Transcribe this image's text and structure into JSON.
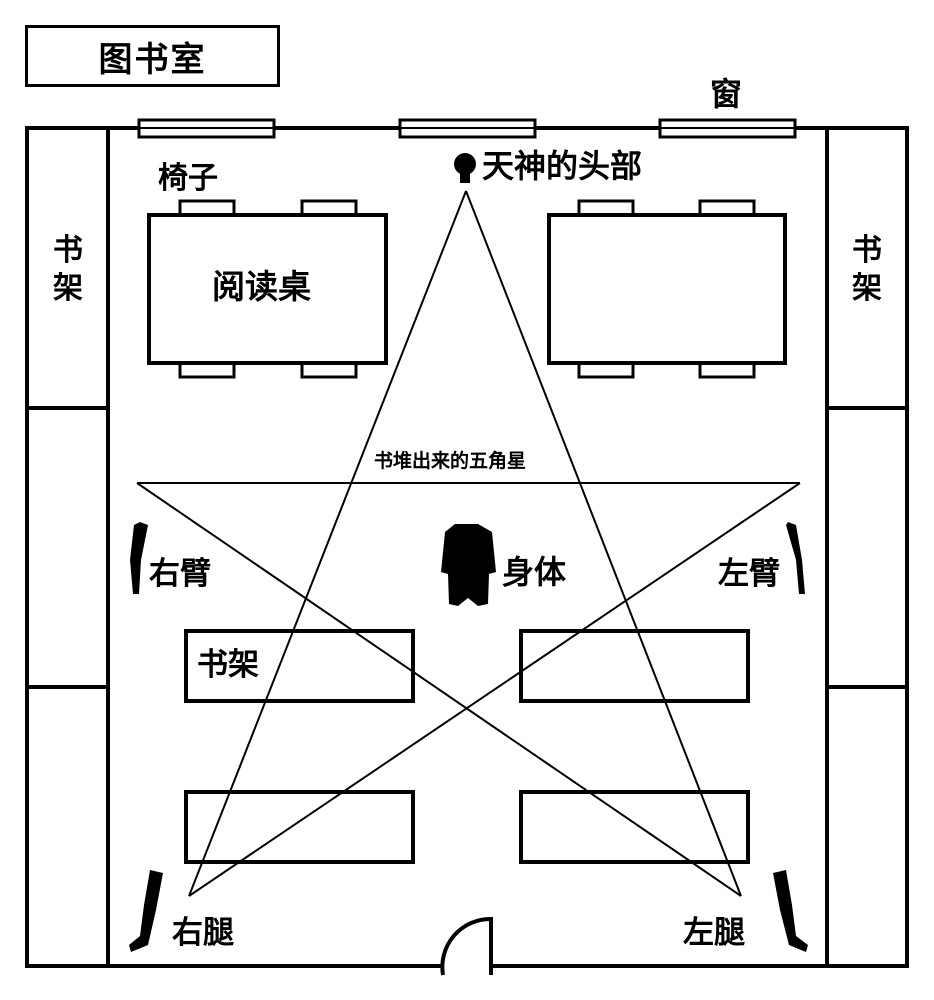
{
  "title": "图书室",
  "labels": {
    "window": "窗",
    "chair": "椅子",
    "reading_desk": "阅读桌",
    "god_head": "天神的头部",
    "bookshelf_left": [
      "书",
      "架"
    ],
    "bookshelf_right": [
      "书",
      "架"
    ],
    "pentagram": "书堆出来的五角星",
    "body": "身体",
    "right_arm": "右臂",
    "left_arm": "左臂",
    "bookshelf_center": "书架",
    "right_leg": "右腿",
    "left_leg": "左腿"
  },
  "colors": {
    "line": "#000000",
    "background": "#ffffff"
  }
}
